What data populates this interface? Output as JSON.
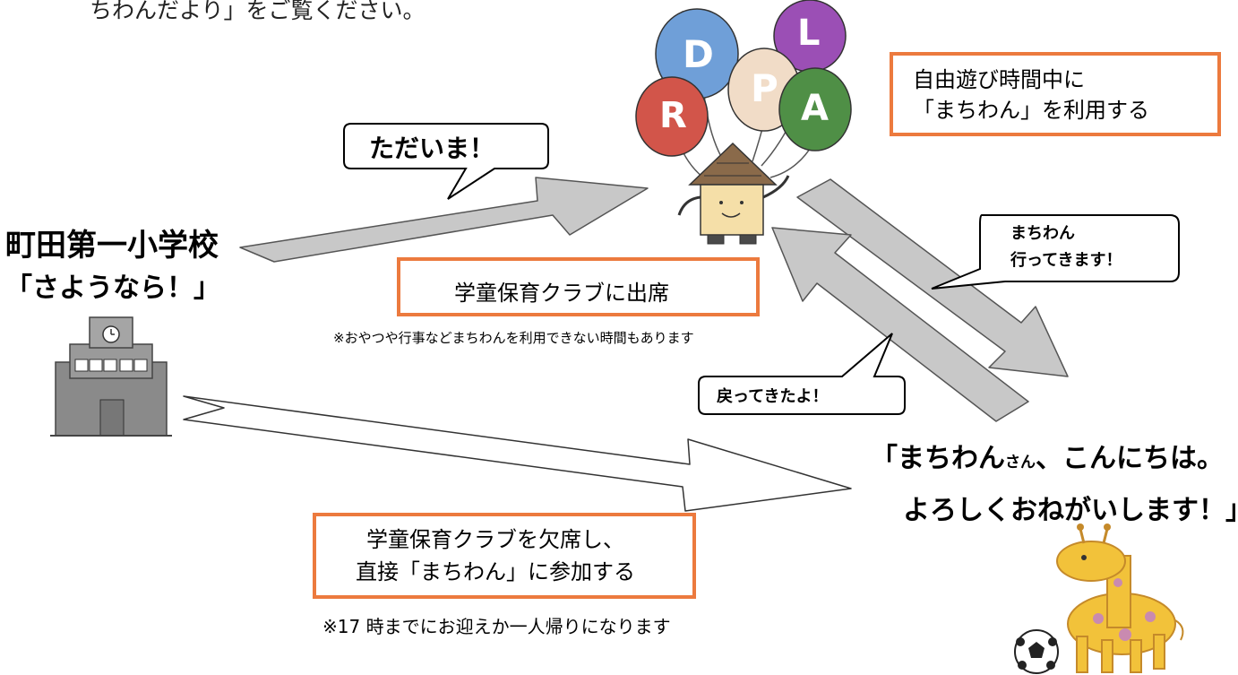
{
  "top_cut_text": "ちわんだより」をご覧ください。",
  "school": {
    "name": "町田第一小学校",
    "greeting": "「さようなら！」"
  },
  "balloon_letters": [
    "D",
    "L",
    "P",
    "R",
    "A"
  ],
  "speech": {
    "tadaima": "ただいま！",
    "ittekimasu": "まちわん\n行ってきます！",
    "modottekita": "戻ってきたよ！"
  },
  "boxes": {
    "free_play": "自由遊び時間中に\n「まちわん」を利用する",
    "attend_club": "学童保育クラブに出席",
    "absent_club": "学童保育クラブを欠席し、\n直接「まちわん」に参加する"
  },
  "notes": {
    "attend_note": "※おやつや行事などまちわんを利用できない時間もあります",
    "absent_note": "※17 時までにお迎えか一人帰りになります"
  },
  "greeting_machiwan": {
    "line1a": "「まちわん",
    "line1b": "さん",
    "line1c": "、こんにちは。",
    "line2": "よろしくおねがいします！」"
  },
  "colors": {
    "accent_orange": "#ec7a3e",
    "arrow_gray": "#c8c8c8",
    "building_gray": "#8a8a8a",
    "giraffe_yellow": "#f2c23a"
  }
}
